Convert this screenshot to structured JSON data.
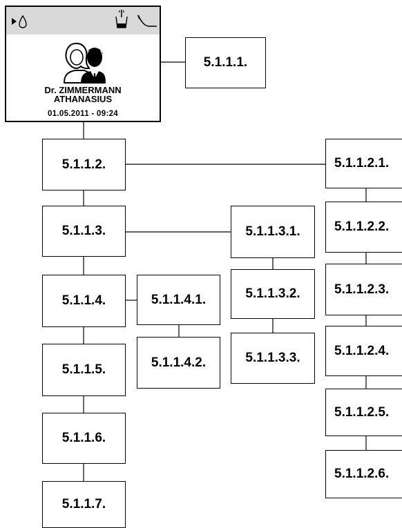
{
  "screen": {
    "user_line1": "Dr. ZIMMERMANN",
    "user_line2": "ATHANASIUS",
    "datetime": "01.05.2011  -  09:24",
    "icons": [
      "play-arrow-icon",
      "water-drop-icon",
      "cup-icon",
      "handpiece-icon",
      "doctor-avatar-icon"
    ]
  },
  "nodes": {
    "n5111": "5.1.1.1.",
    "n5112": "5.1.1.2.",
    "n5113": "5.1.1.3.",
    "n5114": "5.1.1.4.",
    "n5115": "5.1.1.5.",
    "n5116": "5.1.1.6.",
    "n5117": "5.1.1.7.",
    "n51121": "5.1.1.2.1.",
    "n51122": "5.1.1.2.2.",
    "n51123": "5.1.1.2.3.",
    "n51124": "5.1.1.2.4.",
    "n51125": "5.1.1.2.5.",
    "n51126": "5.1.1.2.6.",
    "n51131": "5.1.1.3.1.",
    "n51132": "5.1.1.3.2.",
    "n51133": "5.1.1.3.3.",
    "n51141": "5.1.1.4.1.",
    "n51142": "5.1.1.4.2."
  }
}
